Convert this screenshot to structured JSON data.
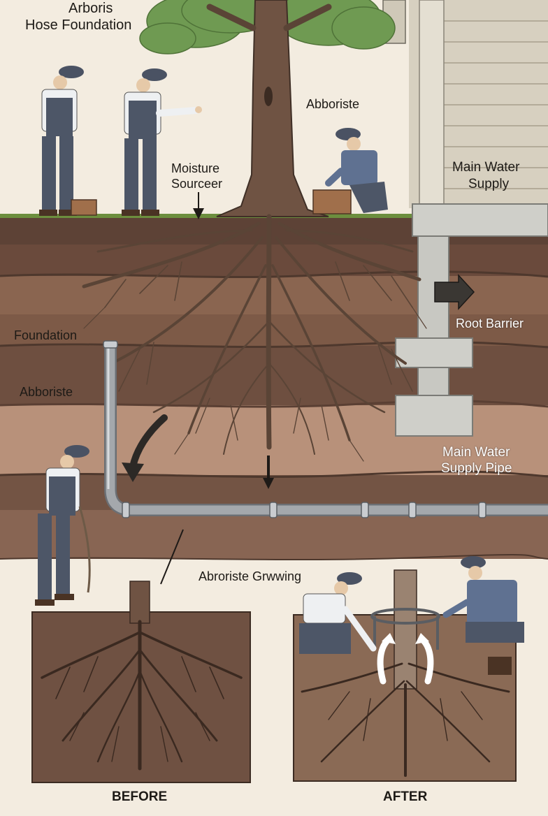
{
  "title": {
    "line1": "Arboris",
    "line2": "Hose Foundation"
  },
  "labels": {
    "arborist_top": "Abboriste",
    "moisture_source": {
      "line1": "Moisture",
      "line2": "Sourceer"
    },
    "main_water_supply": {
      "line1": "Main Water",
      "line2": "Supply"
    },
    "root_barrier": "Root Barrier",
    "foundation": "Foundation",
    "arborist_mid": "Abboriste",
    "main_water_supply_pipe": {
      "line1": "Main Water",
      "line2": "Supply Pipe"
    },
    "arborist_growing": "Abroriste Grwwing"
  },
  "panels": {
    "before": "BEFORE",
    "after": "AFTER"
  },
  "colors": {
    "background": "#f3ece0",
    "soil_dark": "#5d4236",
    "soil_light": "#a0775f",
    "roots": "#5a4436",
    "pipe": "#a4a8ac",
    "house_siding": "#d7d0c0",
    "foundation_block": "#cfcfc9",
    "foliage": "#6f9a52",
    "worker_uniform": "#4d5667"
  },
  "icons": [
    "tree-icon",
    "house-icon",
    "pipe-icon",
    "arrow-icon",
    "worker-icon",
    "crate-icon",
    "root-barrier-frame-icon"
  ]
}
